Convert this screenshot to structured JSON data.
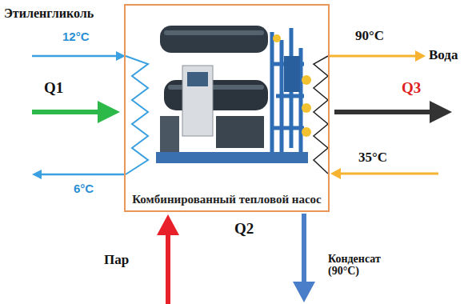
{
  "diagram": {
    "nodes": [
      {
        "text": [
          "Комбинированный тепловой насос"
        ]
      }
    ],
    "labels": [
      "Этиленгликоль",
      "12°C",
      "Q1",
      "6°C",
      "90°C",
      "Вода",
      "Q3",
      "35°C",
      "Пар",
      "Q2",
      "Конденсат (90°C)"
    ]
  }
}
